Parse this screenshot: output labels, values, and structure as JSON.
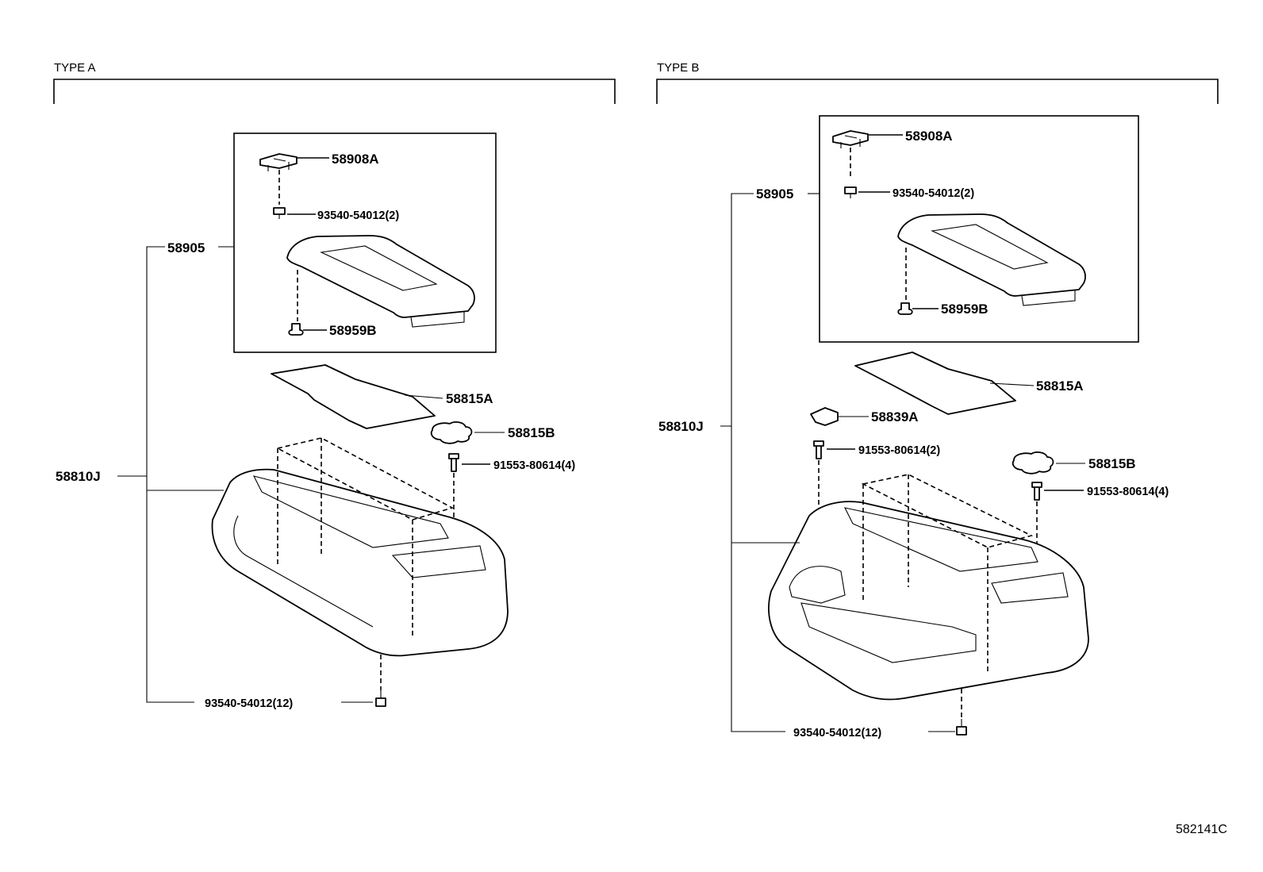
{
  "diagram_code": "582141C",
  "panels": [
    {
      "type_label": "TYPE A",
      "parts": {
        "p58908A": "58908A",
        "p93540_2": "93540-54012(2)",
        "p58905": "58905",
        "p58959B": "58959B",
        "p58815A": "58815A",
        "p58815B": "58815B",
        "p91553_4": "91553-80614(4)",
        "p58810J": "58810J",
        "p93540_12": "93540-54012(12)"
      }
    },
    {
      "type_label": "TYPE B",
      "parts": {
        "p58908A": "58908A",
        "p93540_2": "93540-54012(2)",
        "p58905": "58905",
        "p58959B": "58959B",
        "p58815A": "58815A",
        "p58839A": "58839A",
        "p91553_2": "91553-80614(2)",
        "p58815B": "58815B",
        "p91553_4": "91553-80614(4)",
        "p58810J": "58810J",
        "p93540_12": "93540-54012(12)"
      }
    }
  ]
}
